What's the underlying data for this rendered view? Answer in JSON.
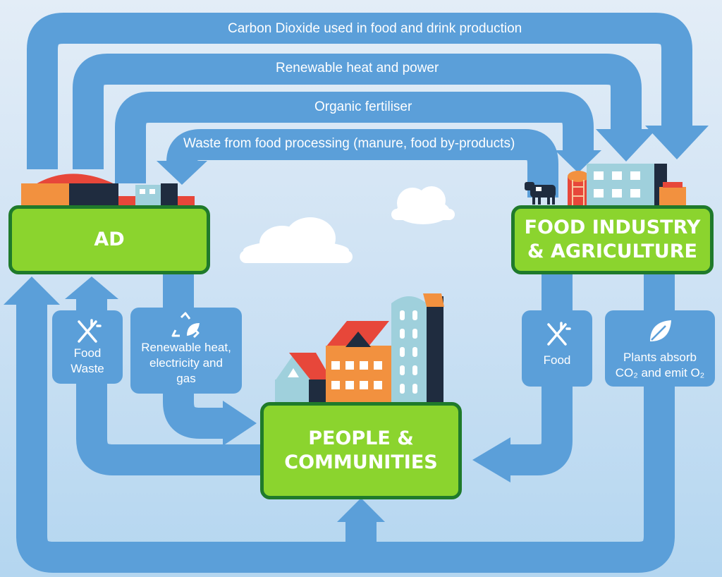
{
  "flows": {
    "co2_label": "Carbon Dioxide used in food and drink production",
    "heat_label": "Renewable heat and power",
    "fertiliser_label": "Organic fertiliser",
    "waste_label": "Waste from food processing (manure, food by-products)"
  },
  "nodes": {
    "ad_label": "AD",
    "food_industry_line1": "FOOD INDUSTRY",
    "food_industry_line2": "& AGRICULTURE",
    "people_line1": "PEOPLE &",
    "people_line2": "COMMUNITIES"
  },
  "cards": {
    "food_waste_line1": "Food",
    "food_waste_line2": "Waste",
    "renewable_line1": "Renewable heat,",
    "renewable_line2": "electricity and",
    "renewable_line3": "gas",
    "food_label": "Food",
    "plants_line1": "Plants absorb",
    "plants_line2": "CO₂ and emit O₂"
  },
  "icons": {
    "cutlery": "fork-knife-icon",
    "recycle": "recycle-leaf-icon",
    "leaf": "leaf-icon",
    "cow": "cow-icon",
    "factory": "factory-icon",
    "houses": "houses-icon",
    "digester": "digester-icon"
  },
  "colors": {
    "arrow": "#5b9fd9",
    "node_fill": "#8bd42e",
    "node_border": "#1f7a2b",
    "background_top": "#e3edf7",
    "background_bottom": "#b4d6f0"
  }
}
